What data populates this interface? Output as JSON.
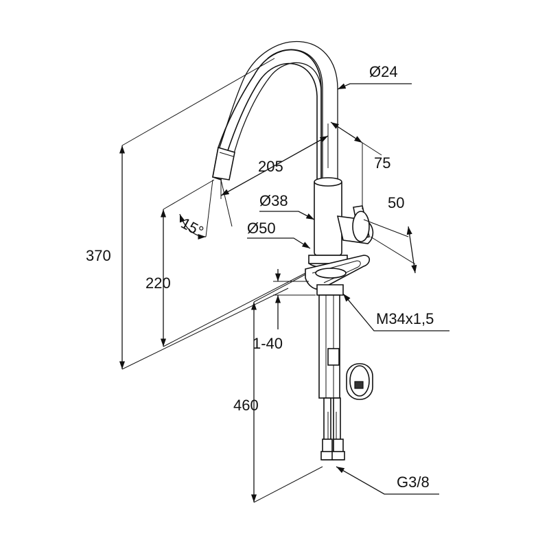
{
  "dimensions": {
    "d24": "Ø24",
    "d75": "75",
    "d205": "205",
    "d38": "Ø38",
    "d50dia": "Ø50",
    "d50": "50",
    "d370": "370",
    "d220": "220",
    "d15": "15°",
    "d140": "1-40",
    "m34": "M34x1,5",
    "d460": "460",
    "g38": "G3/8"
  },
  "colors": {
    "ink": "#111111",
    "background": "#ffffff"
  }
}
